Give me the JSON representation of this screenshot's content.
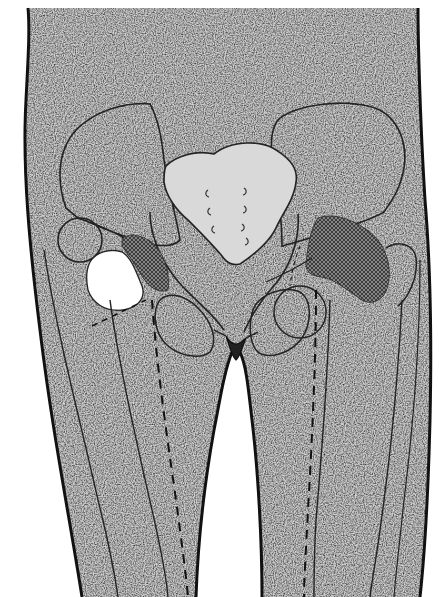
{
  "figure": {
    "subject": "pelvis-and-femurs-anterior-view",
    "colors": {
      "paper": "#ffffff",
      "skin": "#d6d6d6",
      "ink": "#111111",
      "bone_outline": "#2a2a2a",
      "hatch": "#333333",
      "bright_area": "#ffffff"
    },
    "regions": [
      {
        "id": "left-hip-fracture-region",
        "pattern": "cross-hatch"
      },
      {
        "id": "right-hip-lesion-region",
        "pattern": "cross-hatch"
      },
      {
        "id": "left-femoral-neck-gap",
        "pattern": "blank"
      }
    ]
  }
}
